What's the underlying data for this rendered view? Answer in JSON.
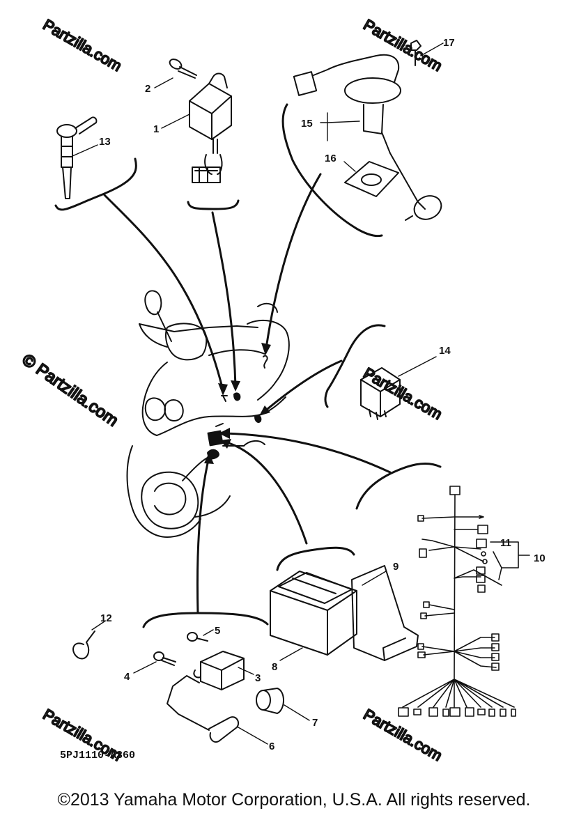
{
  "callouts": [
    "1",
    "2",
    "3",
    "4",
    "5",
    "6",
    "7",
    "8",
    "9",
    "10",
    "11",
    "12",
    "13",
    "14",
    "15",
    "16",
    "17"
  ],
  "diagram_code": "5PJ1110-A360",
  "watermark": "© Partzilla.com",
  "watermark_faint": "Partzilla.com",
  "copyright": "©2013 Yamaha Motor Corporation, U.S.A. All rights reserved."
}
